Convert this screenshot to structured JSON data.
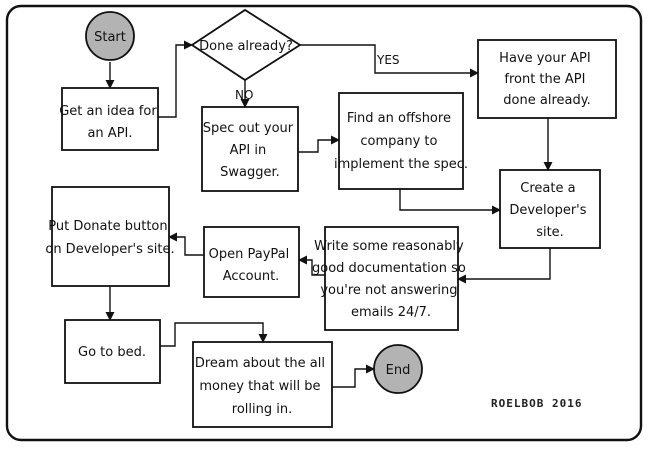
{
  "diagram": {
    "start": "Start",
    "end": "End",
    "decision": "Done already?",
    "yes": "YES",
    "no": "NO",
    "idea": [
      "Get an idea for",
      "an API."
    ],
    "front": [
      "Have your API",
      "front the API",
      "done already."
    ],
    "spec": [
      "Spec out your",
      "API in",
      "Swagger."
    ],
    "offshore": [
      "Find an offshore",
      "company to",
      "implement the spec."
    ],
    "devsite": [
      "Create a",
      "Developer's",
      "site."
    ],
    "donate": [
      "Put Donate button",
      "on Developer's site."
    ],
    "paypal": [
      "Open PayPal",
      "Account."
    ],
    "docs": [
      "Write some reasonably",
      "good documentation so",
      "you're not answering",
      "emails 24/7."
    ],
    "bed": "Go to bed.",
    "dream": [
      "Dream about the all",
      "money that will be",
      "rolling in."
    ],
    "signature": "ROELBOB 2016"
  },
  "colors": {
    "terminal_fill": "#b3b3b3",
    "stroke": "#111111",
    "background": "#ffffff"
  }
}
